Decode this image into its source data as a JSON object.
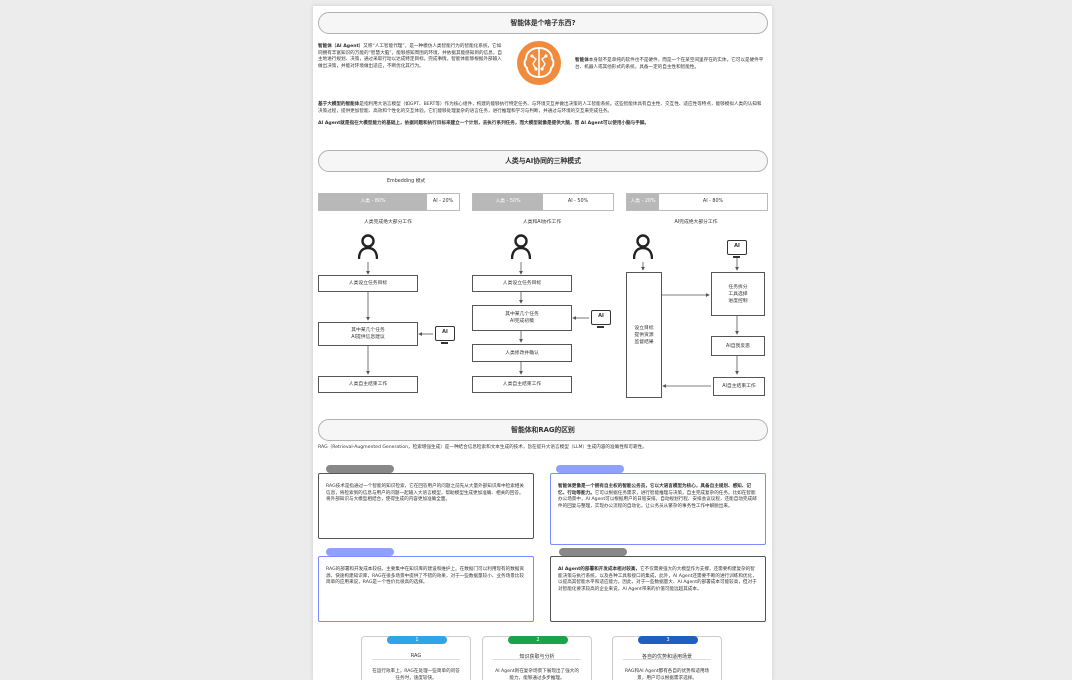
{
  "sections": {
    "s1_title": "智能体是个啥子东西?",
    "s2_title": "人类与AI协同的三种模式",
    "s3_title": "智能体和RAG的区别"
  },
  "intro": {
    "p1_lead": "智能体（AI Agent）",
    "p1_body": "又称“人工智能代理”，是一种模仿人类智能行为的智能化系统，它如同拥有丰富知识的万能的“智慧大脑”，能够感知周围的环境，并依据其能感知到的信息，自主地进行规划、决策，通过采取行动以达成特定目标，完成事情。智能体能够根据外部输入做出决策，并能对环境做出适应，不断优化其行为。",
    "right_lead": "智能体",
    "right_body": "本身就不是单纯的软件也不是硬件，而是一个在某空间里存在的实体，它可以是硬件平台、机器人或其他形式的系统，具备一定的自主性和智能性。",
    "p2_lead": "基于大模型的智能体",
    "p2_body": "是指利用大语言模型（如GPT、BERT等）作为核心组件，构建的能够执行特定任务、与环境交互并做出决策的人工智能系统。这些智能体具有自主性、交互性、适应性等特点，能够模拟人类的认知和决策过程，提供更加智能、高效和个性化的交互体验。它们能够处理复杂的语言任务，进行推理和学习与判断，并通过与环境的交互来完成任务。",
    "p3": "AI Agent就是指在大模型能力的基础上，依据问题和执行目标来建立一个计划，去执行系列任务，而大模型就像是提供大脑，而 AI Agent可以使用小脑与手脚。"
  },
  "collab": {
    "embedding_label": "Embedding 模式",
    "cols": [
      {
        "human": "人类 - 80%",
        "ai": "AI - 20%",
        "label": "人类完成绝大部分工作",
        "b1": "人类设立任务目标",
        "b2": "其中某几个任务\nAI提供信息建议",
        "b3": "人类自主结束工作"
      },
      {
        "human": "人类 - 50%",
        "ai": "AI - 50%",
        "label": "人类和AI协作工作",
        "b1": "人类设立任务目标",
        "b2": "其中某几个任务\nAI完成初稿",
        "b3": "人类修改并确认",
        "b4": "人类自主结束工作"
      },
      {
        "human": "人类 - 20%",
        "ai": "AI - 80%",
        "label": "AI完成绝大部分工作",
        "b1": "设立目标\n提供资源\n监督结果",
        "b2": "任务拆分\n工具选择\n进度控制",
        "b3": "AI自我反思",
        "b4": "AI自主结束工作"
      }
    ],
    "ai_icon_text": "AI"
  },
  "rag": {
    "intro": "RAG（Retrieval-Augmented Generation，检索增强生成）是一种结合信息检索和文本生成的技术，旨在提升大语言模型（LLM）生成内容的准确性和可靠性。",
    "card1": "RAG技术是指通过一个智能的知识检索，它在回答用户的问题之前先从大量外部知识库中检索相关信息，将检索到的信息与用户的问题一起输入大语言模型，帮助模型生成更加准确、相关的回答。将外部知识与大模型相结合，使得生成的内容更加准确全面。",
    "card2_lead": "智能体更像是一个拥有自主权的智能公务员，它以大语言模型为核心，具备自主规划、感知、记忆、行动等能力。",
    "card2_body": "它可以根据任务需求，进行智能推理与决策，自主完成复杂的任务。比如在智能办公场景中，AI Agent可以根据用户的日程安排，自动规划行程、安排会议议程，还能自动完成邮件的回复与整理，实现办公流程的自动化，让公务员从繁杂的事务性工作中解脱出来。",
    "card3": "RAG的部署和开发成本较低，主要集中在知识库的建设和维护上。在数据门可以利用现有的数据资源，快速构建知识库，RAG在很多场景中提供了不错的效果，对于一些数据量较小、业务场景比较简单的应用来说，RAG是一个性价比很高的选择。",
    "card4_lead": "AI Agent的部署和开发成本相对较高，",
    "card4_body": "它不仅需要强大的大模型作为支撑，还需要构建复杂的智能决策与执行系统，以及各种工具和接口的集成，此外，AI Agent还需要不断的进行训练和优化，以提高其智能水平和适应能力。因此，对于一些数据量大、AI Agent的部署成本可能较高，但对于对智能化要求较高的企业来说，AI Agent带来的价值可能远超其成本。"
  },
  "steps": [
    {
      "num": "1",
      "title": "RAG",
      "desc": "在运行效率上，RAG在处理一些简单的问答任务时，速度较快。",
      "color": "#2fa4e7"
    },
    {
      "num": "2",
      "title": "知识获取与分析",
      "desc": "AI Agent则在复杂场景下展现出了强大的能力，能够通过多步推理。",
      "color": "#1aa34a"
    },
    {
      "num": "3",
      "title": "各自的优势和适用场景",
      "desc": "RAG和AI Agent都有各自的优势和适用场景，用户可以根据需求选择。",
      "color": "#1f5fbf"
    }
  ],
  "colors": {
    "bar_gray": "#b8b8b8",
    "tag_gray": "#888888",
    "tag_blue": "#8fa0ff",
    "brain_orange": "#f08a3c"
  }
}
